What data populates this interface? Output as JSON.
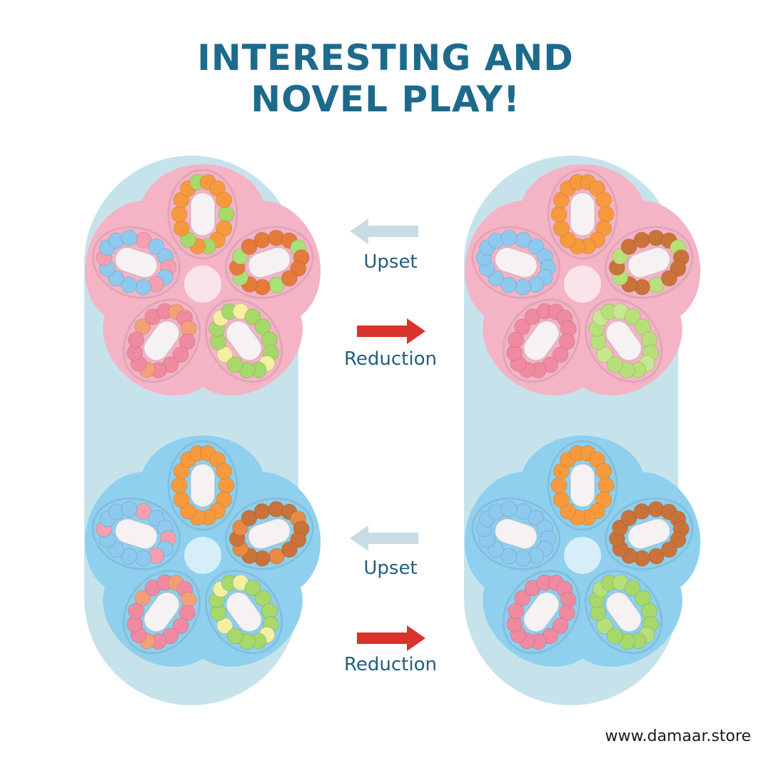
{
  "title": {
    "line1": "INTERESTING AND",
    "line2": "NOVEL PLAY!"
  },
  "controls": [
    {
      "label": "Upset",
      "direction": "left",
      "color": "#c8dce6"
    },
    {
      "label": "Reduction",
      "direction": "right",
      "color": "#d9342b"
    },
    {
      "label": "Upset",
      "direction": "left",
      "color": "#c8dce6"
    },
    {
      "label": "Reduction",
      "direction": "right",
      "color": "#d9342b"
    }
  ],
  "toys": [
    {
      "name": "pink-toy-scrambled",
      "body_color": "#f4b4c6",
      "center_color": "#fbe3ea",
      "petals": [
        [
          "#f79a3e",
          "#a6d86a"
        ],
        [
          "#e57a3a",
          "#a8e07a"
        ],
        [
          "#a6d86a",
          "#f4f0a0"
        ],
        [
          "#f08aa0",
          "#f2a07a"
        ],
        [
          "#8ec9ef",
          "#f4a0b0"
        ]
      ]
    },
    {
      "name": "pink-toy-solved",
      "body_color": "#f4b4c6",
      "center_color": "#fbe3ea",
      "petals": [
        [
          "#f79a3e",
          "#f79a3e"
        ],
        [
          "#c9733a",
          "#b8e07a"
        ],
        [
          "#b8e07a",
          "#c8e890"
        ],
        [
          "#f08aa0",
          "#f08aa0"
        ],
        [
          "#8ec9ef",
          "#8ec9ef"
        ]
      ]
    },
    {
      "name": "blue-toy-scrambled",
      "body_color": "#8fd0ee",
      "center_color": "#d6eef8",
      "petals": [
        [
          "#f79a3e",
          "#f79a3e"
        ],
        [
          "#c9733a",
          "#e88a40"
        ],
        [
          "#a6d86a",
          "#f4f0a0"
        ],
        [
          "#f08aa0",
          "#f2a07a"
        ],
        [
          "#8ec9ef",
          "#f4a0b0"
        ]
      ]
    },
    {
      "name": "blue-toy-solved",
      "body_color": "#8fd0ee",
      "center_color": "#d6eef8",
      "petals": [
        [
          "#f79a3e",
          "#f79a3e"
        ],
        [
          "#c9733a",
          "#c9733a"
        ],
        [
          "#a6d86a",
          "#b8e07a"
        ],
        [
          "#f08aa0",
          "#f08aa0"
        ],
        [
          "#8ec9ef",
          "#8ec9ef"
        ]
      ]
    }
  ],
  "footer": {
    "website": "www.damaar.store"
  }
}
